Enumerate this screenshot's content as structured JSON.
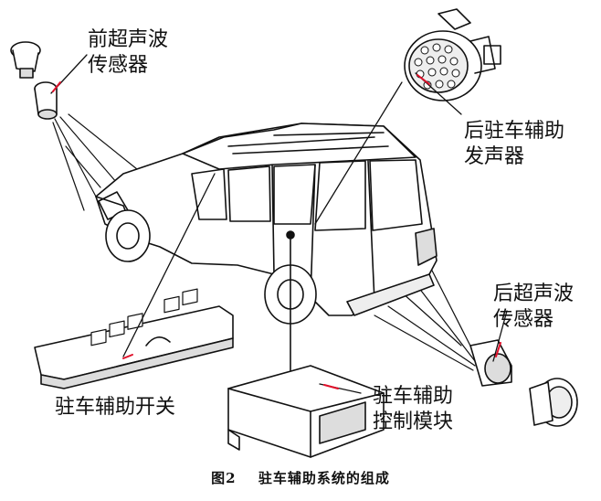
{
  "labels": {
    "front_sensor": [
      "前超声波",
      "传感器"
    ],
    "rear_buzzer": [
      "后驻车辅助",
      "发声器"
    ],
    "rear_sensor": [
      "后超声波",
      "传感器"
    ],
    "park_switch": [
      "驻车辅助开关"
    ],
    "control_module": [
      "驻车辅助",
      "控制模块"
    ]
  },
  "caption": {
    "figure": "图2",
    "title": "驻车辅助系统的组成"
  },
  "colors": {
    "line": "#111111",
    "leader": "#e0102a",
    "fill": "#ffffff",
    "shade": "#dcdcdc"
  }
}
